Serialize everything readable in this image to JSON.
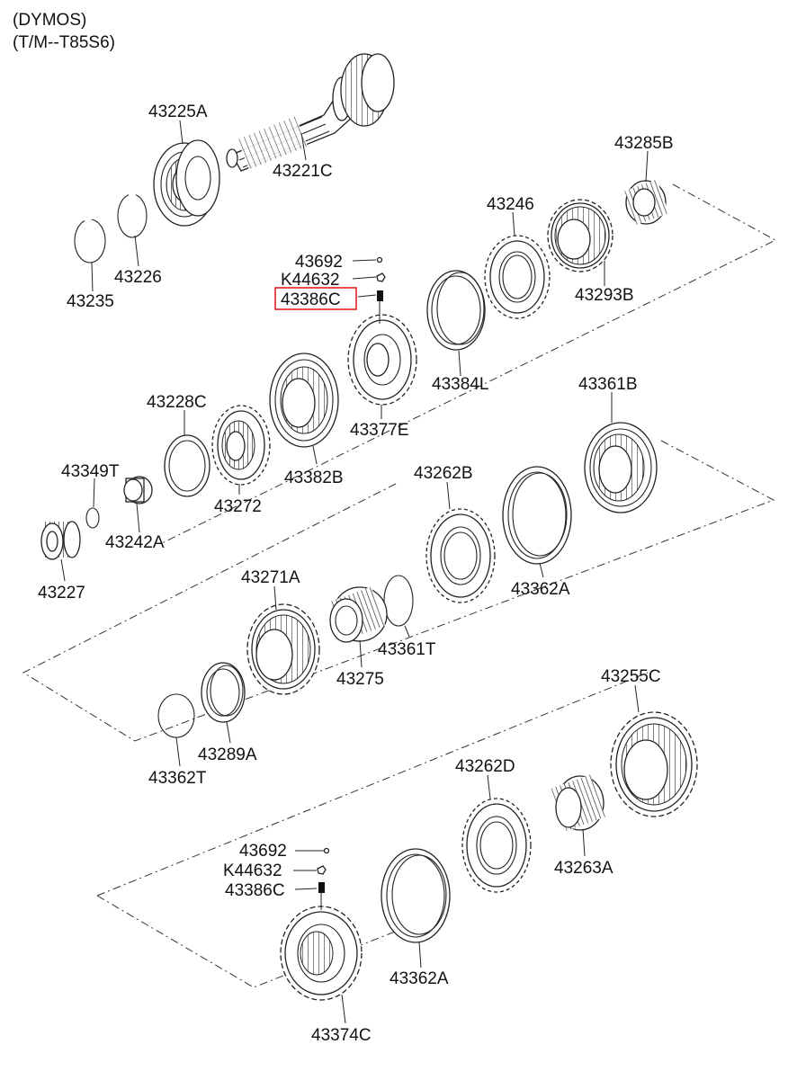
{
  "header": {
    "line1": "(DYMOS)",
    "line2": "(T/M--T85S6)"
  },
  "highlight": {
    "part": "43386C",
    "color": "#e02020"
  },
  "parts": {
    "p43225A": "43225A",
    "p43221C": "43221C",
    "p43285B": "43285B",
    "p43226": "43226",
    "p43235": "43235",
    "p43246": "43246",
    "p43692_a": "43692",
    "pK44632_a": "K44632",
    "p43386C_a": "43386C",
    "p43293B": "43293B",
    "p43384L": "43384L",
    "p43228C": "43228C",
    "p43377E": "43377E",
    "p43361B": "43361B",
    "p43349T": "43349T",
    "p43382B": "43382B",
    "p43272": "43272",
    "p43242A": "43242A",
    "p43262B": "43262B",
    "p43227": "43227",
    "p43362A_a": "43362A",
    "p43271A": "43271A",
    "p43361T": "43361T",
    "p43275": "43275",
    "p43255C": "43255C",
    "p43289A": "43289A",
    "p43362T": "43362T",
    "p43262D": "43262D",
    "p43263A": "43263A",
    "p43692_b": "43692",
    "pK44632_b": "K44632",
    "p43386C_b": "43386C",
    "p43362A_b": "43362A",
    "p43374C": "43374C"
  }
}
